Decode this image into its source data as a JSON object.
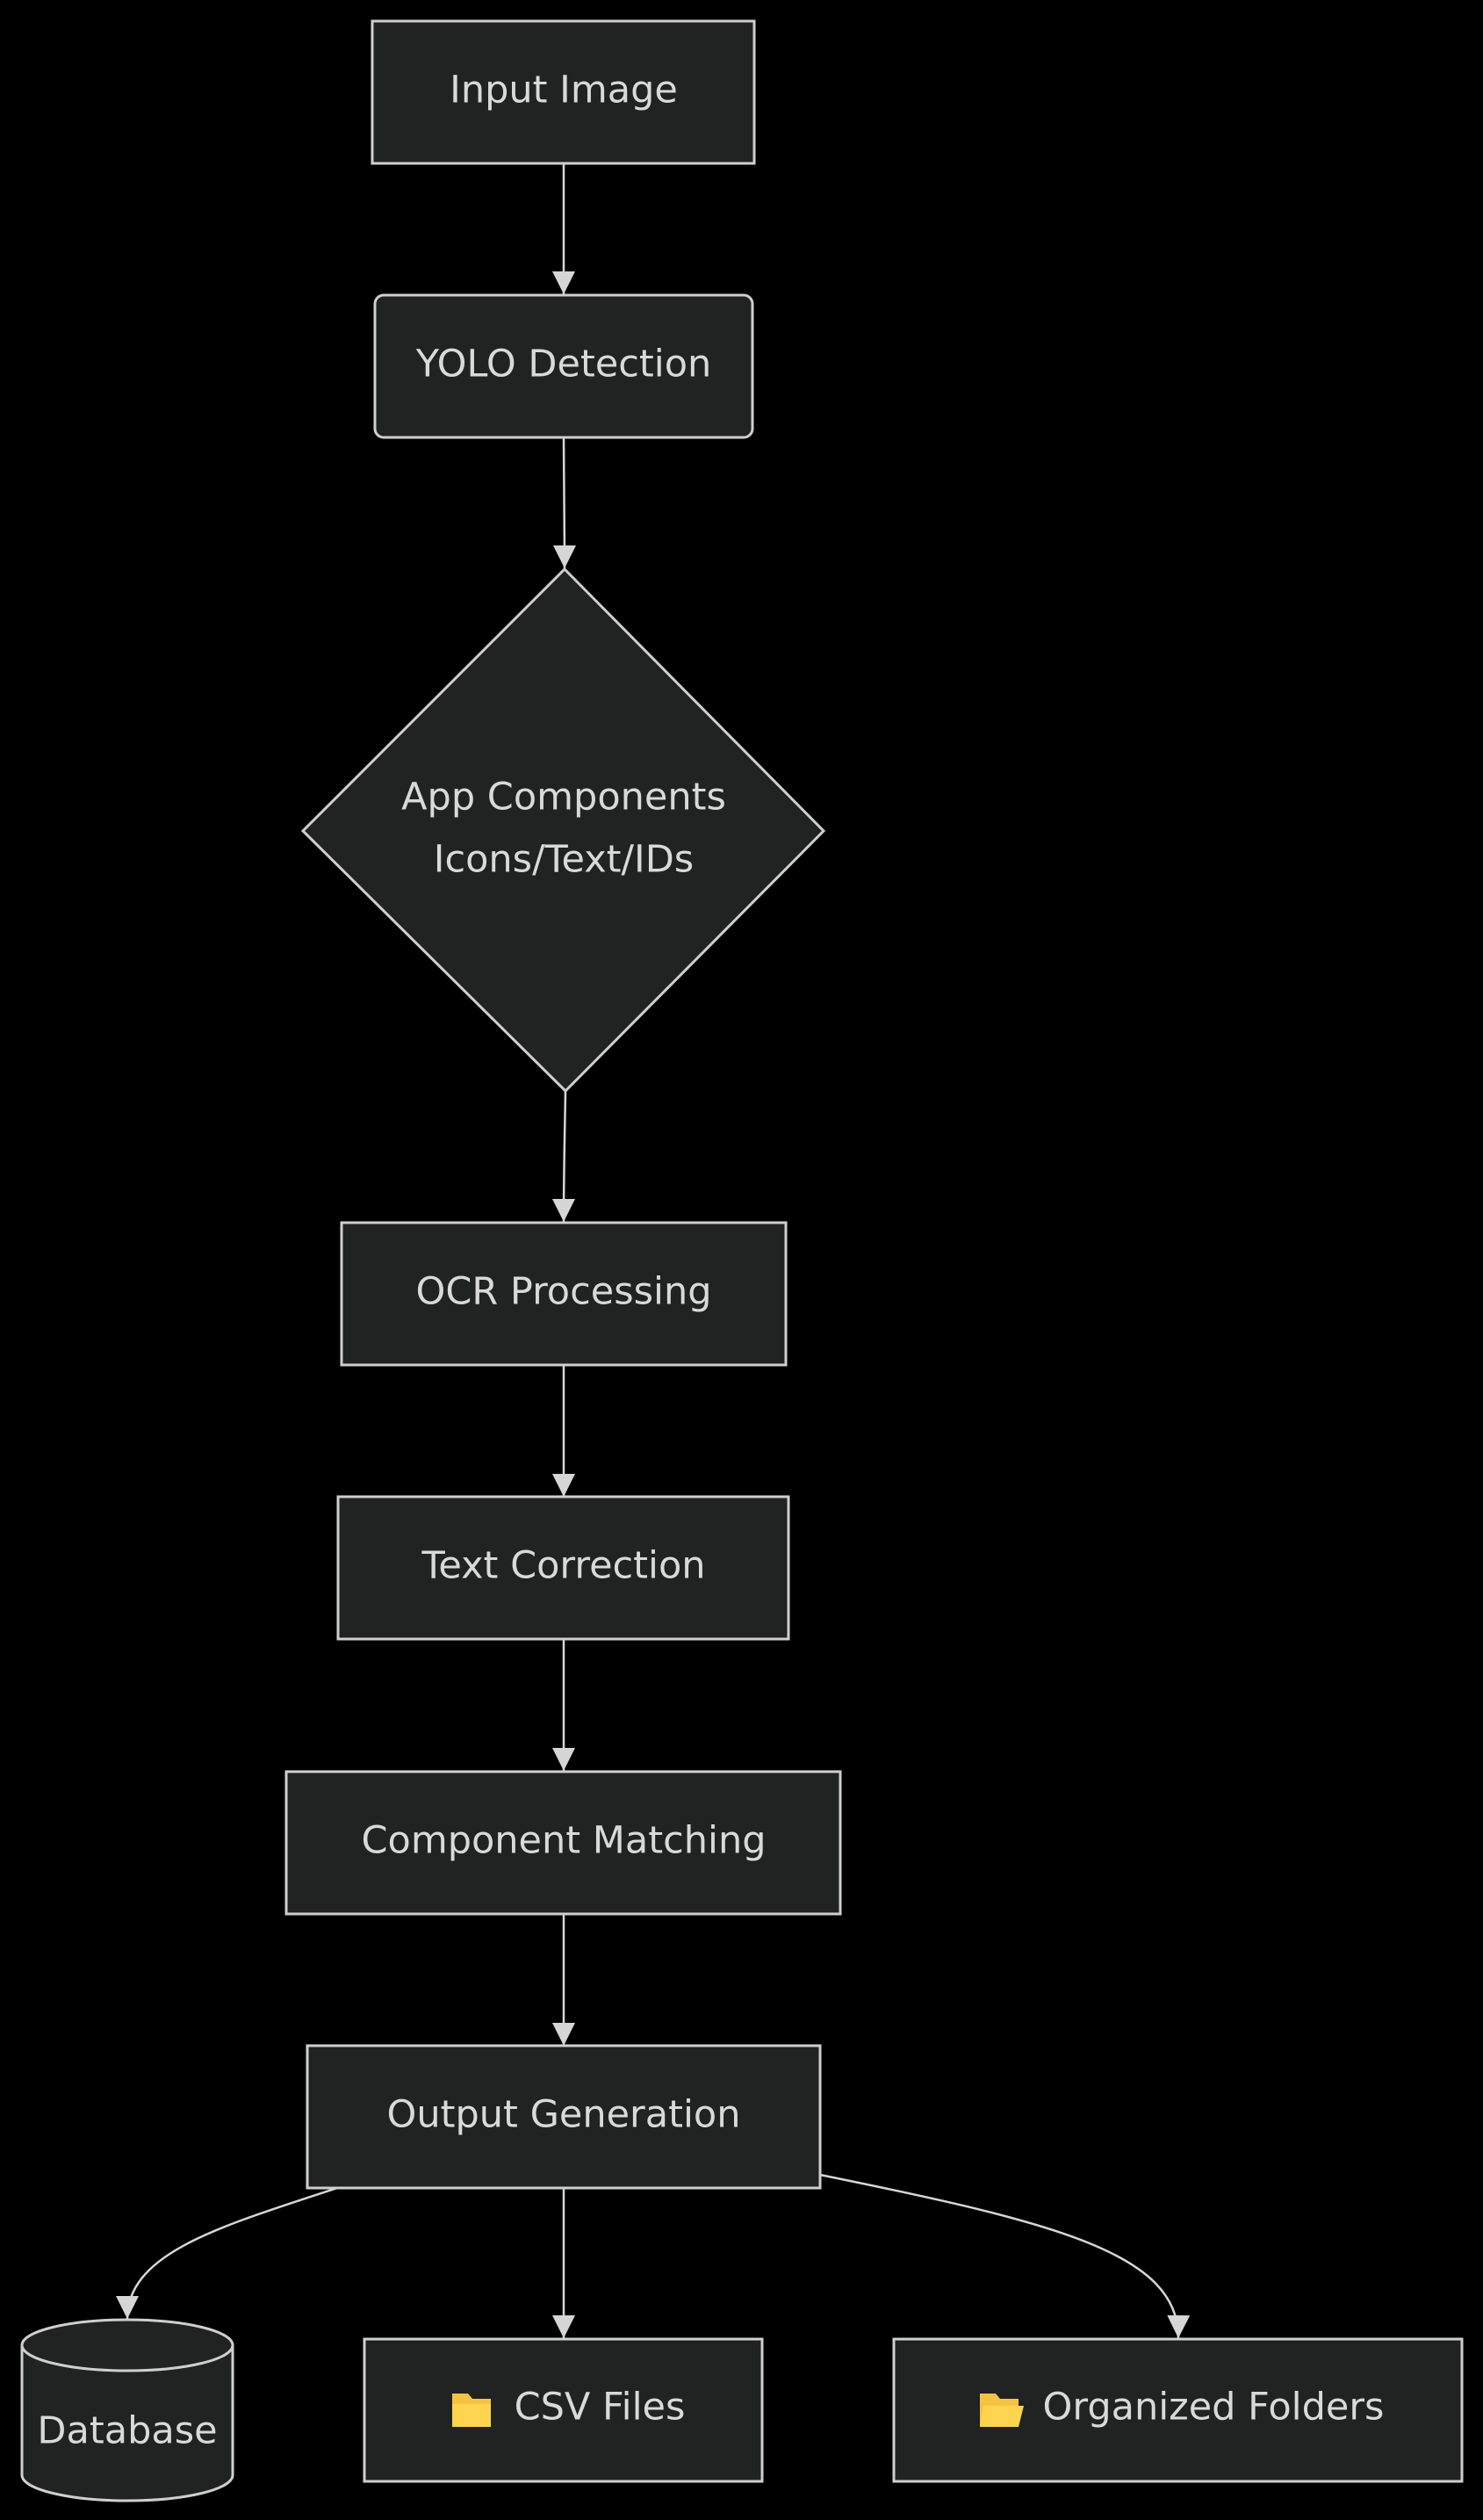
{
  "diagram": {
    "nodes": {
      "input_image": {
        "label": "Input Image"
      },
      "yolo_detection": {
        "label": "YOLO Detection"
      },
      "app_components": {
        "line1": "App Components",
        "line2": "Icons/Text/IDs"
      },
      "ocr_processing": {
        "label": "OCR Processing"
      },
      "text_correction": {
        "label": "Text Correction"
      },
      "component_matching": {
        "label": "Component Matching"
      },
      "output_generation": {
        "label": "Output Generation"
      },
      "database": {
        "label": "Database"
      },
      "csv_files": {
        "label": "CSV Files",
        "icon": "folder-icon"
      },
      "organized_folders": {
        "label": "Organized Folders",
        "icon": "folder-icon"
      }
    },
    "edges": [
      {
        "from": "Input Image",
        "to": "YOLO Detection"
      },
      {
        "from": "YOLO Detection",
        "to": "App Components"
      },
      {
        "from": "App Components",
        "to": "OCR Processing"
      },
      {
        "from": "OCR Processing",
        "to": "Text Correction"
      },
      {
        "from": "Text Correction",
        "to": "Component Matching"
      },
      {
        "from": "Component Matching",
        "to": "Output Generation"
      },
      {
        "from": "Output Generation",
        "to": "Database"
      },
      {
        "from": "Output Generation",
        "to": "CSV Files"
      },
      {
        "from": "Output Generation",
        "to": "Organized Folders"
      }
    ],
    "colors": {
      "background": "#000000",
      "node_fill": "#212222",
      "node_stroke": "#cfcfcf",
      "text": "#d9d9d9",
      "edge": "#d6d6d6",
      "folder": "#f5c342"
    }
  }
}
